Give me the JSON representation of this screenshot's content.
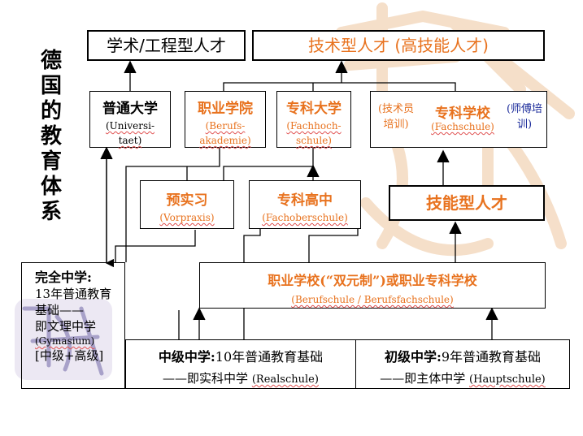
{
  "title_chars": [
    "德",
    "国",
    "的",
    "教",
    "育",
    "体",
    "系"
  ],
  "top": {
    "academic": "学术/工程型人才",
    "technical": "技术型人才 (高技能人才)"
  },
  "universities": {
    "normal": {
      "cn": "普通大学",
      "de": "(Universi-taet)"
    },
    "berufsakademie": {
      "cn": "职业学院",
      "de": "(Berufs-akademie)"
    },
    "fachhochschule": {
      "cn": "专科大学",
      "de": "(Fachhoch-schule)"
    },
    "fachschule": {
      "left_note": "(技术员培训)",
      "cn": "专科学校",
      "de": "(Fachschule)",
      "right_note": "(师傅培训)"
    }
  },
  "middle": {
    "vorpraxis": {
      "cn": "预实习",
      "de": "(Vorpraxis)"
    },
    "fachoberschule": {
      "cn": "专科高中",
      "de": "(Fachoberschule)"
    },
    "skilled": "技能型人才"
  },
  "vocational": {
    "cn": "职业学校(“双元制”)或职业专科学校",
    "de": "(Berufschule / Berufsfachschule)"
  },
  "gymnasium": {
    "line1": "完全中学:",
    "line2": "13年普通教育基础——",
    "line3": "即文理中学",
    "line4": "(Gymasium)",
    "line5": "[中级+高级]"
  },
  "realschule": {
    "label": "中级中学:",
    "rest": "10年普通教育基础",
    "line2": "——即实科中学",
    "de": "(Realschule)"
  },
  "hauptschule": {
    "label": "初级中学:",
    "rest": "9年普通教育基础",
    "line2": "——即主体中学",
    "de": "(Hauptschule)"
  },
  "colors": {
    "orange": "#e8721e",
    "blue": "#1a2a9a",
    "watermark": "#f3d2b4"
  }
}
